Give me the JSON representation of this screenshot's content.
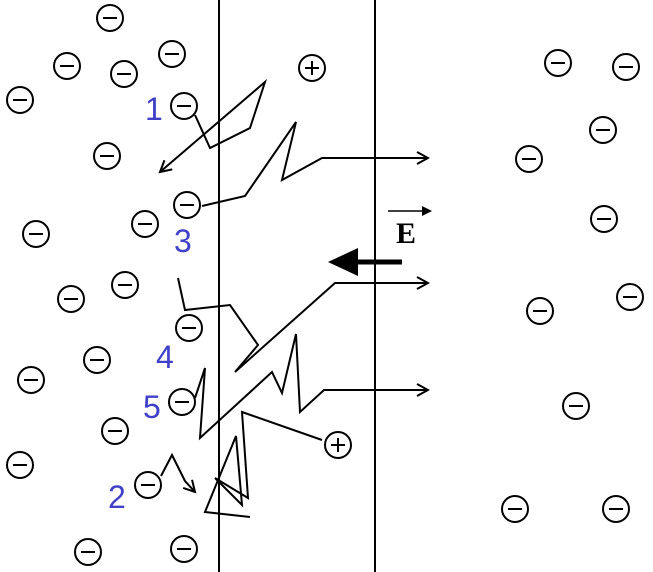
{
  "path_labels": [
    "1",
    "2",
    "3",
    "4",
    "5"
  ],
  "field": {
    "symbol": "E"
  },
  "colors": {
    "label": "#4040c8",
    "ink": "#000000",
    "background": "#ffffff"
  },
  "ion_types": {
    "negative": "minus",
    "positive": "plus"
  }
}
